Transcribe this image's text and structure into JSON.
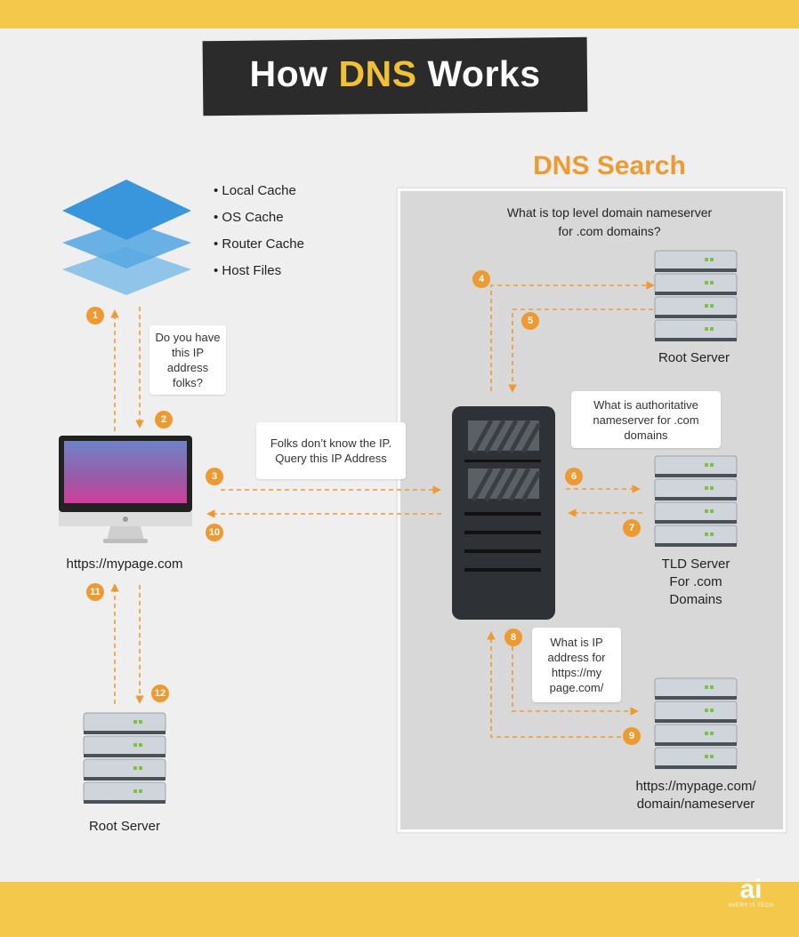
{
  "title": {
    "prefix": "How",
    "highlight": "DNS",
    "suffix": "Works"
  },
  "dns_search_title": "DNS Search",
  "cache_list": [
    "Local Cache",
    "OS Cache",
    "Router Cache",
    "Host Files"
  ],
  "client_url": "https://mypage.com",
  "bubbles": {
    "have_ip": "Do you have this IP address folks?",
    "folks_dont_know": "Folks don’t know the IP. Query this IP Address",
    "authoritative": "What is authoritative nameserver for .com domains",
    "ip_address_for": "What is IP address for https://my page.com/"
  },
  "tld_question": "What is top level domain nameserver for .com domains?",
  "servers": {
    "root_right": "Root Server",
    "tld_line1": "TLD Server",
    "tld_line2": "For .com",
    "tld_line3": "Domains",
    "auth_line1": "https://mypage.com/",
    "auth_line2": "domain/nameserver",
    "root_left": "Root Server"
  },
  "steps": [
    "1",
    "2",
    "3",
    "4",
    "5",
    "6",
    "7",
    "8",
    "9",
    "10",
    "11",
    "12"
  ],
  "brand": {
    "logo": "ai",
    "name": "AVERY IT TECH"
  },
  "colors": {
    "accent": "#ee9a32",
    "background": "#f3c84b",
    "title_bar": "#2b2b2b",
    "title_highlight": "#f2c035"
  }
}
